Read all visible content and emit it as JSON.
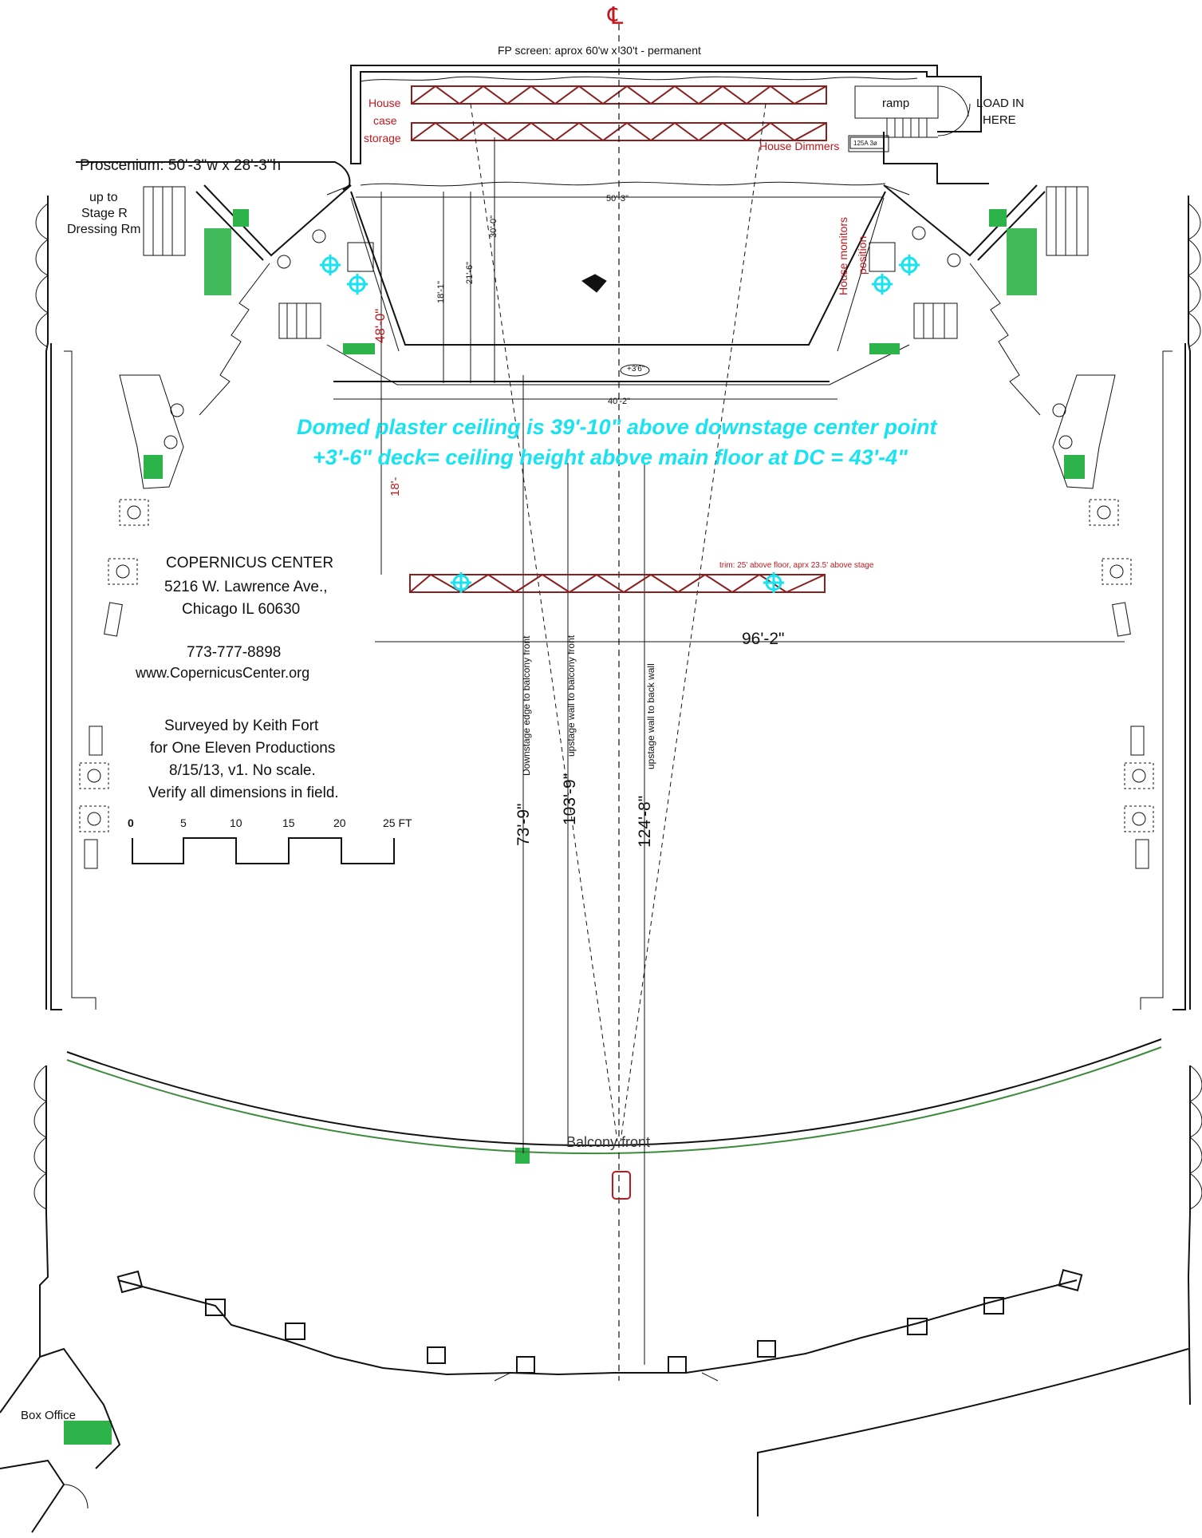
{
  "title_block": {
    "venue": "COPERNICUS CENTER",
    "address1": "5216 W. Lawrence Ave.,",
    "address2": "Chicago IL 60630",
    "phone": "773-777-8898",
    "web": "www.CopernicusCenter.org",
    "survey1": "Surveyed by Keith Fort",
    "survey2": "for One Eleven Productions",
    "survey3": "8/15/13, v1.  No scale.",
    "survey4": "Verify all dimensions in field."
  },
  "scale_bar": {
    "labels": [
      "0",
      "5",
      "10",
      "15",
      "20",
      "25 FT"
    ]
  },
  "labels": {
    "centerline": "℄",
    "fp_screen": "FP screen: aprox 60'w x 30't - permanent",
    "house_case_storage_1": "House",
    "house_case_storage_2": "case",
    "house_case_storage_3": "storage",
    "house_dimmers": "House Dimmers",
    "dimmer_tag": "125A 3ø",
    "ramp": "ramp",
    "load_in_1": "LOAD IN",
    "load_in_2": "HERE",
    "proscenium": "Proscenium: 50'-3\"w x 28'-3\"h",
    "stage_r_1": "up to",
    "stage_r_2": "Stage R",
    "stage_r_3": "Dressing Rm",
    "house_monitors_1": "House monitors",
    "house_monitors_2": "position",
    "dim_50_3": "50'-3\"",
    "dim_48_0": "48'-0\"",
    "dim_30_0": "30'-0\"",
    "dim_21_6": "21'-6\"",
    "dim_18_1": "18'-1\"",
    "dim_18": "18'-",
    "dim_40_2": "40'-2\"",
    "deck_tag": "+3'6\"",
    "ceiling_1": "Domed plaster ceiling is 39'-10\" above downstage center point",
    "ceiling_2": "+3'-6\" deck= ceiling height above main floor at DC = 43'-4\"",
    "trim": "trim: 25' above floor, aprx 23.5' above stage",
    "dim_96_2": "96'-2\"",
    "dim_73_9": "73'-9\"",
    "dim_73_9_note": "Downstage edge to balcony front",
    "dim_103_9": "103'-9\"",
    "dim_103_9_note": "upstage wall to balcony front",
    "dim_124_8": "124'-8\"",
    "dim_124_8_note": "upstage wall to back wall",
    "balcony_front": "Balcony front",
    "box_office": "Box Office"
  },
  "colors": {
    "ink": "#111111",
    "annotation_red": "#c0171e",
    "note_cyan": "#19e3f0",
    "fixture_green": "#2db34a",
    "truss_brown": "#8a1f1f"
  }
}
